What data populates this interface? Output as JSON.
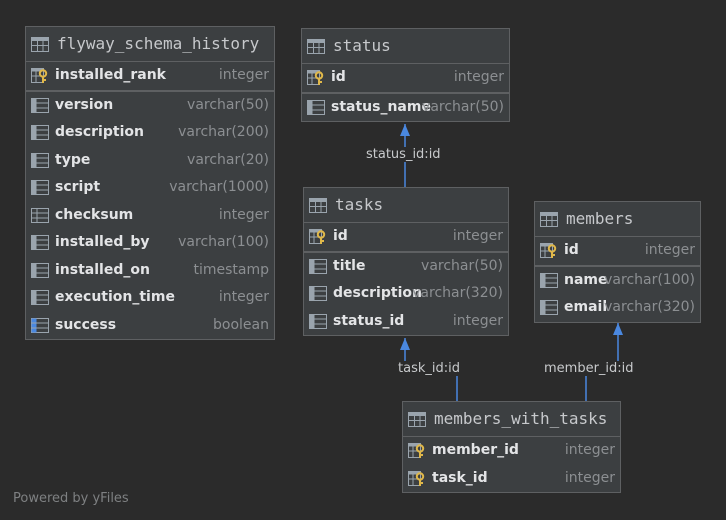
{
  "tables": {
    "flyway": {
      "name": "flyway_schema_history",
      "columns": [
        {
          "name": "installed_rank",
          "type": "integer",
          "key": "pk"
        },
        {
          "name": "version",
          "type": "varchar(50)",
          "key": "col"
        },
        {
          "name": "description",
          "type": "varchar(200)",
          "key": "col"
        },
        {
          "name": "type",
          "type": "varchar(20)",
          "key": "col"
        },
        {
          "name": "script",
          "type": "varchar(1000)",
          "key": "col"
        },
        {
          "name": "checksum",
          "type": "integer",
          "key": "col"
        },
        {
          "name": "installed_by",
          "type": "varchar(100)",
          "key": "col"
        },
        {
          "name": "installed_on",
          "type": "timestamp",
          "key": "col"
        },
        {
          "name": "execution_time",
          "type": "integer",
          "key": "col"
        },
        {
          "name": "success",
          "type": "boolean",
          "key": "col"
        }
      ]
    },
    "status": {
      "name": "status",
      "columns": [
        {
          "name": "id",
          "type": "integer",
          "key": "pk"
        },
        {
          "name": "status_name",
          "type": "varchar(50)",
          "key": "col"
        }
      ]
    },
    "tasks": {
      "name": "tasks",
      "columns": [
        {
          "name": "id",
          "type": "integer",
          "key": "pk"
        },
        {
          "name": "title",
          "type": "varchar(50)",
          "key": "col"
        },
        {
          "name": "description",
          "type": "varchar(320)",
          "key": "col"
        },
        {
          "name": "status_id",
          "type": "integer",
          "key": "col"
        }
      ]
    },
    "members": {
      "name": "members",
      "columns": [
        {
          "name": "id",
          "type": "integer",
          "key": "pk"
        },
        {
          "name": "name",
          "type": "varchar(100)",
          "key": "col"
        },
        {
          "name": "email",
          "type": "varchar(320)",
          "key": "col"
        }
      ]
    },
    "members_with_tasks": {
      "name": "members_with_tasks",
      "columns": [
        {
          "name": "member_id",
          "type": "integer",
          "key": "pk"
        },
        {
          "name": "task_id",
          "type": "integer",
          "key": "pk"
        }
      ]
    }
  },
  "relations": [
    {
      "label": "status_id:id",
      "from": "tasks",
      "to": "status"
    },
    {
      "label": "task_id:id",
      "from": "members_with_tasks",
      "to": "tasks"
    },
    {
      "label": "member_id:id",
      "from": "members_with_tasks",
      "to": "members"
    }
  ],
  "watermark": "Powered by yFiles",
  "colors": {
    "background": "#2b2b2b",
    "table_fill": "#3c3f41",
    "border": "#5e6062",
    "arrow": "#4a88e0",
    "key_icon": "#e0b84a",
    "column_icon": "#9aa4ad"
  },
  "icons": {
    "table": "table-icon",
    "primary_key": "primary-key-icon",
    "column": "column-icon"
  }
}
